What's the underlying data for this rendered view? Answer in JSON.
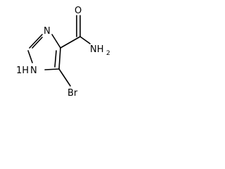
{
  "molecule": {
    "atoms": {
      "ring_n_top": "N",
      "ring_nh": "1H",
      "ring_nh_n": "N",
      "oxygen": "O",
      "amide_n": "NH",
      "amide_sub": "2",
      "bromine": "Br"
    }
  },
  "colors": {
    "bond": "#000000",
    "label": "#000000",
    "background": "#ffffff"
  }
}
